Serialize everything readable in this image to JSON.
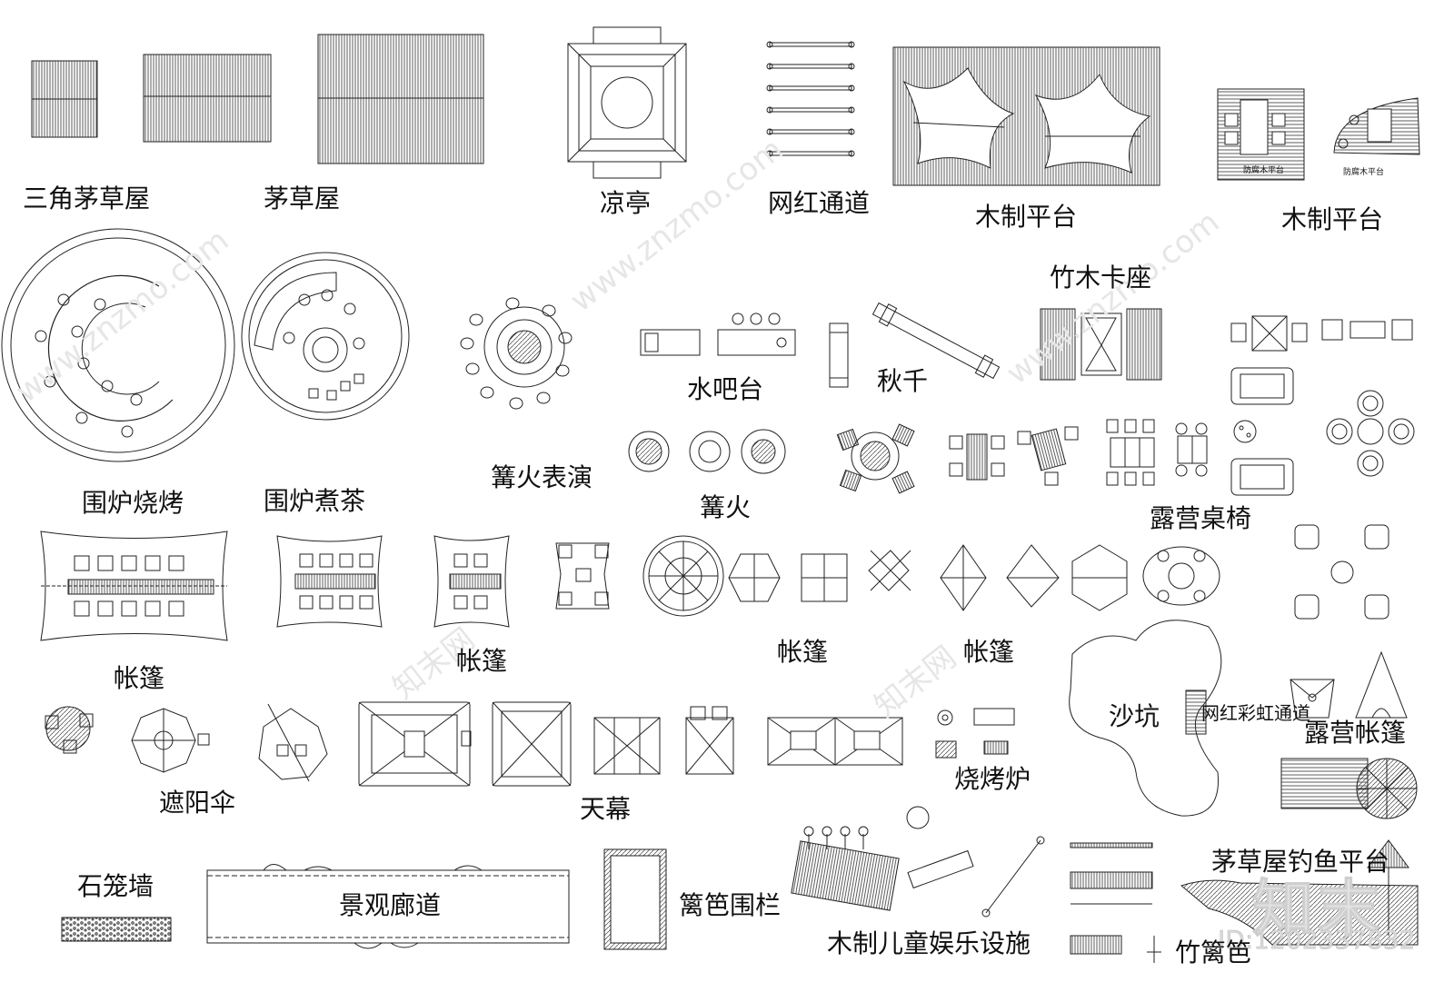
{
  "labels": {
    "sanjiao_maocaowu": "三角茅草屋",
    "maocaowu": "茅草屋",
    "liangting": "凉亭",
    "wanghong_tongdao": "网红通道",
    "muzhi_pingtai_1": "木制平台",
    "muzhi_pingtai_2": "木制平台",
    "weilu_shaokao": "围炉烧烤",
    "weilu_zhucha": "围炉煮茶",
    "gouhuo_biaoyan": "篝火表演",
    "shuiba_tai": "水吧台",
    "qiuqian": "秋千",
    "zhumu_kazuo": "竹木卡座",
    "gouhuo": "篝火",
    "luying_zhuoyi": "露营桌椅",
    "zhangpeng_1": "帐篷",
    "zhangpeng_2": "帐篷",
    "zhangpeng_3": "帐篷",
    "zhangpeng_4": "帐篷",
    "shakeng": "沙坑",
    "wanghong_caihong_tongdao": "网红彩虹通道",
    "luying_zhangpeng": "露营帐篷",
    "zheyangsan": "遮阳伞",
    "tianmu": "天幕",
    "shaokaolu": "烧烤炉",
    "shilongqiang": "石笼墙",
    "jingguan_langdao": "景观廊道",
    "liba_weilan": "篱笆围栏",
    "muzhi_ertong_yule_sheshi": "木制儿童娱乐设施",
    "maocaowu_diaoyu_pingtai": "茅草屋钓鱼平台",
    "zhu_liba": "竹篱笆"
  },
  "small_labels": {
    "deck_caption_1": "防腐木平台",
    "deck_caption_2": "防腐木平台"
  },
  "watermark": {
    "site": "www.znzmo.com",
    "brand": "知末网",
    "logo": "知末",
    "id": "ID:1202337832"
  },
  "colors": {
    "line": "#222222",
    "background": "#ffffff",
    "watermark": "#e6e6e6"
  }
}
